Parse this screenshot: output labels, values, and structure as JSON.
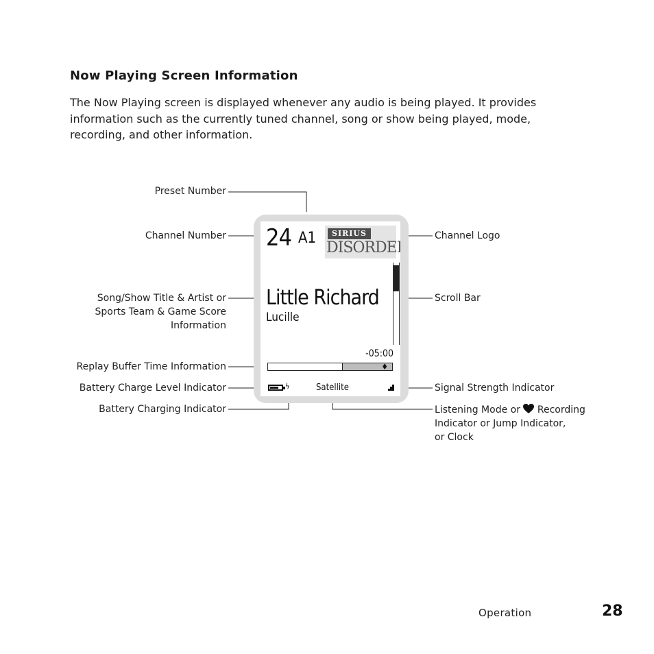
{
  "heading": "Now Playing Screen Information",
  "intro": "The Now Playing screen is displayed whenever any audio is being played. It provides information such as the currently tuned channel, song or show being played, mode, recording, and other information.",
  "callouts": {
    "preset_number": "Preset Number",
    "channel_number": "Channel Number",
    "song_show_line1": "Song/Show Title & Artist or",
    "song_show_line2": "Sports Team & Game Score",
    "song_show_line3": "Information",
    "replay_buffer": "Replay Buffer Time Information",
    "battery_level": "Battery Charge Level Indicator",
    "battery_charging": "Battery Charging Indicator",
    "channel_logo": "Channel Logo",
    "scroll_bar": "Scroll Bar",
    "signal_strength": "Signal Strength Indicator",
    "listening_mode_pre": "Listening Mode or",
    "listening_mode_post": "Recording",
    "listening_mode_line2": "Indicator or Jump Indicator,",
    "listening_mode_line3": "or Clock"
  },
  "screen": {
    "channel_number": "24",
    "preset": "A1",
    "logo_top": "SIRIUS",
    "logo_bottom": "DISORDER",
    "song_title": "Little Richard",
    "artist": "Lucille",
    "replay_time": "-05:00",
    "replay_fill_fraction": 0.4,
    "mode": "Satellite"
  },
  "footer": {
    "section": "Operation",
    "page_number": "28"
  },
  "icons": [
    "heart-icon",
    "battery-icon",
    "charging-bolt-icon",
    "signal-strength-icon"
  ],
  "colors": {
    "device_frame": "#dcdcdc",
    "text": "#222222"
  }
}
